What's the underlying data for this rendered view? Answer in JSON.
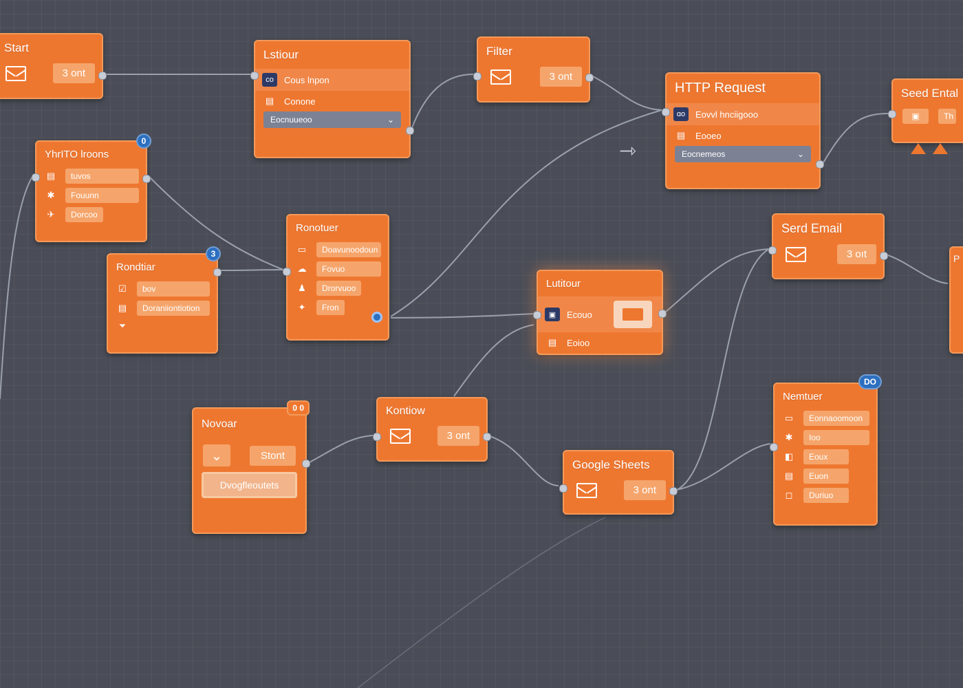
{
  "nodes": {
    "start": {
      "title": "Start",
      "pill": "3 ont"
    },
    "lstiour": {
      "title": "Lstiour",
      "rows": [
        "Cous lnpon",
        "Conone"
      ],
      "dropdown": "Eocnuueoo"
    },
    "filter": {
      "title": "Filter",
      "pill": "3 ont"
    },
    "http": {
      "title": "HTTP Request",
      "rows": [
        "Eovvl hnciigooo",
        "Eooeo"
      ],
      "dropdown": "Eocnemeos"
    },
    "send_email_top": {
      "title": "Seed Ental",
      "pill": "Th"
    },
    "yhtto": {
      "title": "YhrITO lroons",
      "badge": "0",
      "pills": [
        "tuvos",
        "Fouunn",
        "Dorcoo"
      ]
    },
    "rondtiar": {
      "title": "Rondtiar",
      "badge": "3",
      "pills": [
        "bov",
        "Doraniiontiotion"
      ]
    },
    "ronotuer": {
      "title": "Ronotuer",
      "pills": [
        "Doavunoodoun",
        "Fovuo",
        "Drorvuoo",
        "Fron"
      ]
    },
    "lutitour": {
      "title": "Lutitour",
      "rows": [
        "Ecouo",
        "Eoioo"
      ]
    },
    "send_email": {
      "title": "Serd Email",
      "pill": "3 oıt"
    },
    "partial_right": {
      "title": "P"
    },
    "novoar": {
      "title": "Novoar",
      "badge": "0 0",
      "pill": "Stont",
      "preview": "Dvogfleoutets"
    },
    "kontiow": {
      "title": "Kontiow",
      "pill": "3 ont"
    },
    "google_sheets": {
      "title": "Google Sheets",
      "pill": "3 ont"
    },
    "nemtuer": {
      "title": "Nemtuer",
      "badge": "DO",
      "pills": [
        "Eonnaoomoon",
        "Ioo",
        "Eoux",
        "Euon",
        "Duriuo"
      ]
    }
  },
  "icons": {
    "mail": "mail-icon",
    "id": "id-card-icon",
    "list": "list-icon"
  },
  "colors": {
    "canvas": "#4a4d57",
    "node": "#ee7730",
    "accent": "#2d6fc0"
  }
}
